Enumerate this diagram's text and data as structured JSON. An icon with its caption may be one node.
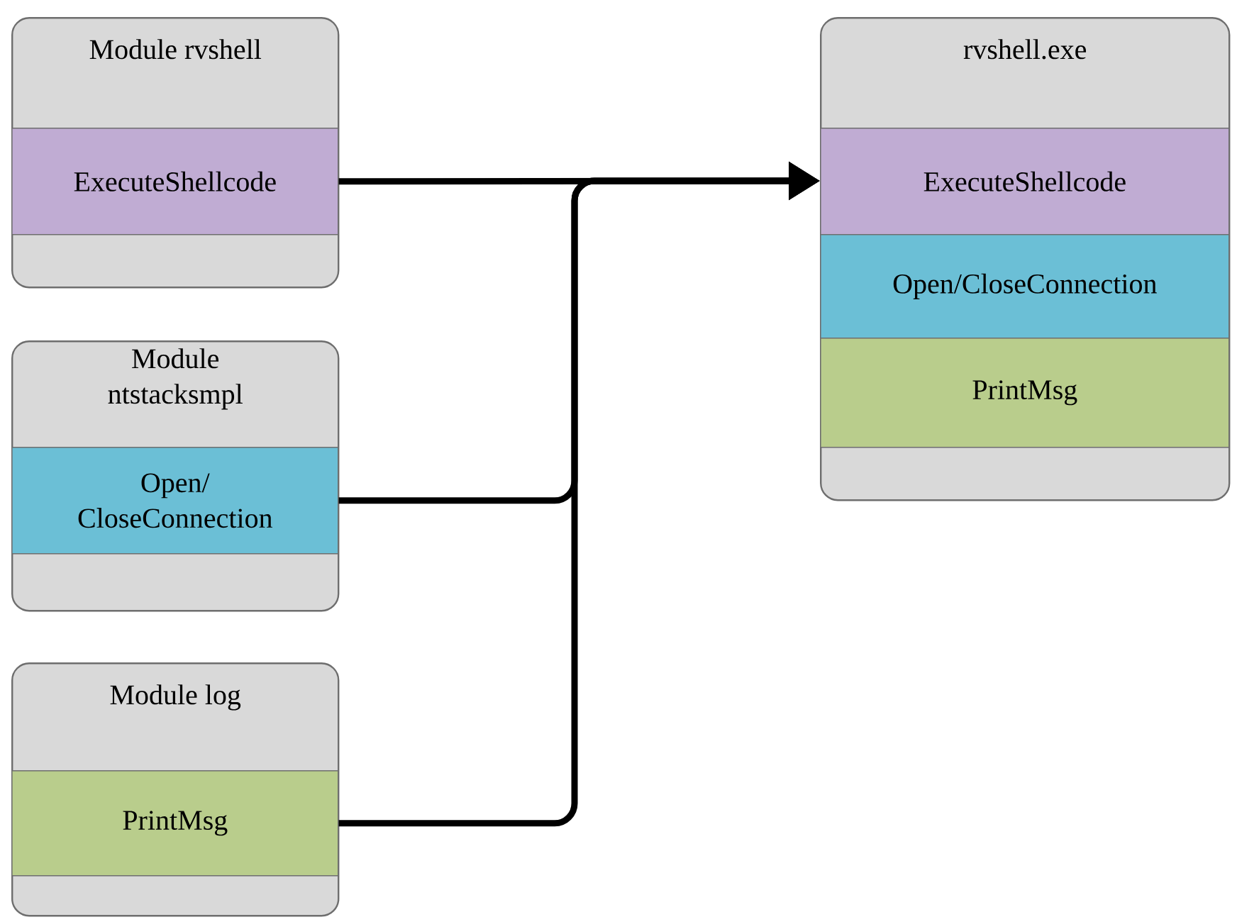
{
  "diagram": {
    "nodes": [
      {
        "text": [
          "Module rvshell"
        ]
      },
      {
        "text": [
          "ExecuteShellcode"
        ],
        "in": 0
      },
      {
        "text": [
          "Module ntstacksmpl"
        ]
      },
      {
        "text": [
          "Open/ CloseConnection"
        ],
        "in": 2
      },
      {
        "text": [
          "Module log"
        ]
      },
      {
        "text": [
          "PrintMsg"
        ],
        "in": 4
      },
      {
        "text": [
          "rvshell.exe"
        ]
      },
      {
        "text": [
          "ExecuteShellcode"
        ],
        "in": 6
      },
      {
        "text": [
          "Open/CloseConnection"
        ],
        "in": 6
      },
      {
        "text": [
          "PrintMsg"
        ],
        "in": 6
      }
    ],
    "edges": [
      {
        "from": 1,
        "to": 6,
        "arrow": "to"
      },
      {
        "from": 3,
        "to": 6,
        "arrow": "to"
      },
      {
        "from": 5,
        "to": 6,
        "arrow": "to"
      }
    ]
  }
}
